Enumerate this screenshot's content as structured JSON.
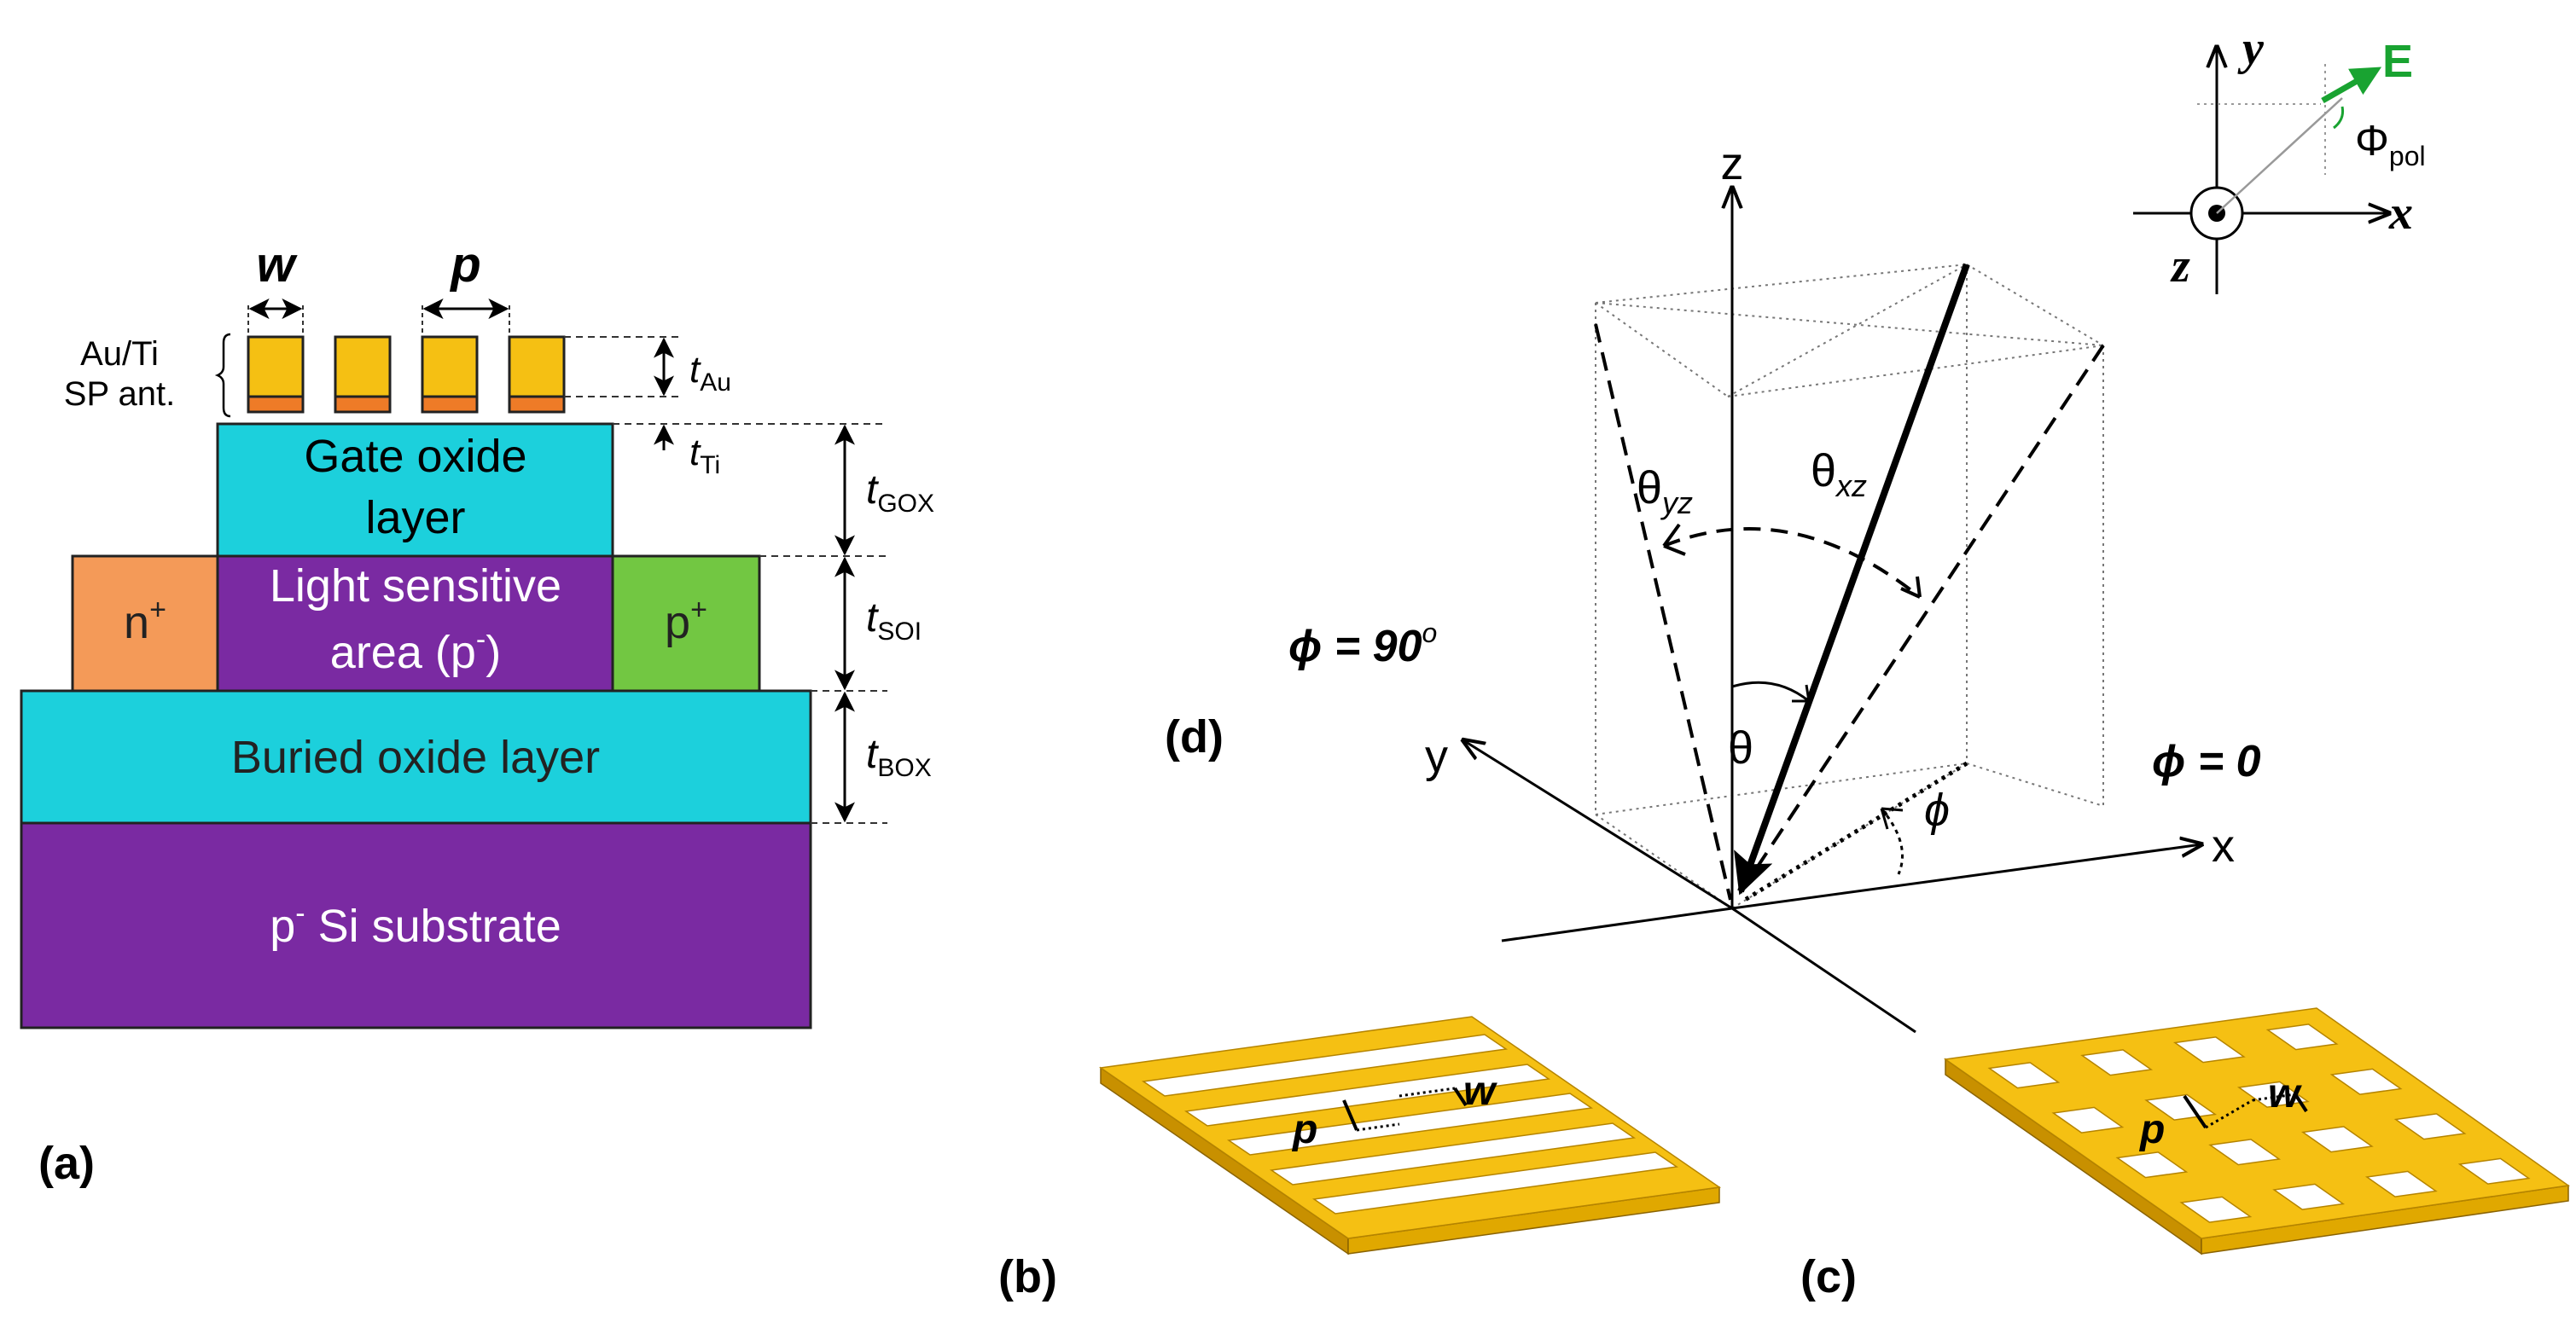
{
  "panel_labels": {
    "a": "(a)",
    "b": "(b)",
    "c": "(c)",
    "d": "(d)"
  },
  "panel_a": {
    "antenna_label_1": "Au/Ti",
    "antenna_label_2": "SP ant.",
    "w": "w",
    "p": "p",
    "gate_oxide_1": "Gate oxide",
    "gate_oxide_2": "layer",
    "n_plus": "n",
    "p_plus": "p",
    "plus_sup": "+",
    "light_1": "Light sensitive",
    "light_2": "area (p",
    "light_minus": "-",
    "light_close": ")",
    "buried": "Buried oxide layer",
    "substrate_p": "p",
    "substrate_minus": "-",
    "substrate_rest": " Si substrate",
    "t": "t",
    "sub_au": "Au",
    "sub_ti": "Ti",
    "sub_gox": "GOX",
    "sub_soi": "SOI",
    "sub_box": "BOX"
  },
  "panel_d": {
    "z": "z",
    "y": "y",
    "x": "x",
    "phi90": "ϕ = 90",
    "deg": "o",
    "phi0": "ϕ = 0",
    "phi": "ϕ",
    "theta": "θ",
    "theta_sym": "θ",
    "sub_yz": "yz",
    "sub_xz": "xz"
  },
  "inset": {
    "y": "y",
    "x": "x",
    "z": "z",
    "E": "E",
    "Phi": "Φ",
    "pol": "pol"
  },
  "panel_bc": {
    "p": "p",
    "w": "w"
  },
  "colors": {
    "gold": "#f5c013",
    "gold_dark": "#c89000",
    "ti": "#ee7b27",
    "cyan": "#1cd0dc",
    "purple": "#7a2aa2",
    "orange": "#f49a58",
    "green": "#72c742",
    "arrow_green": "#19a331"
  }
}
